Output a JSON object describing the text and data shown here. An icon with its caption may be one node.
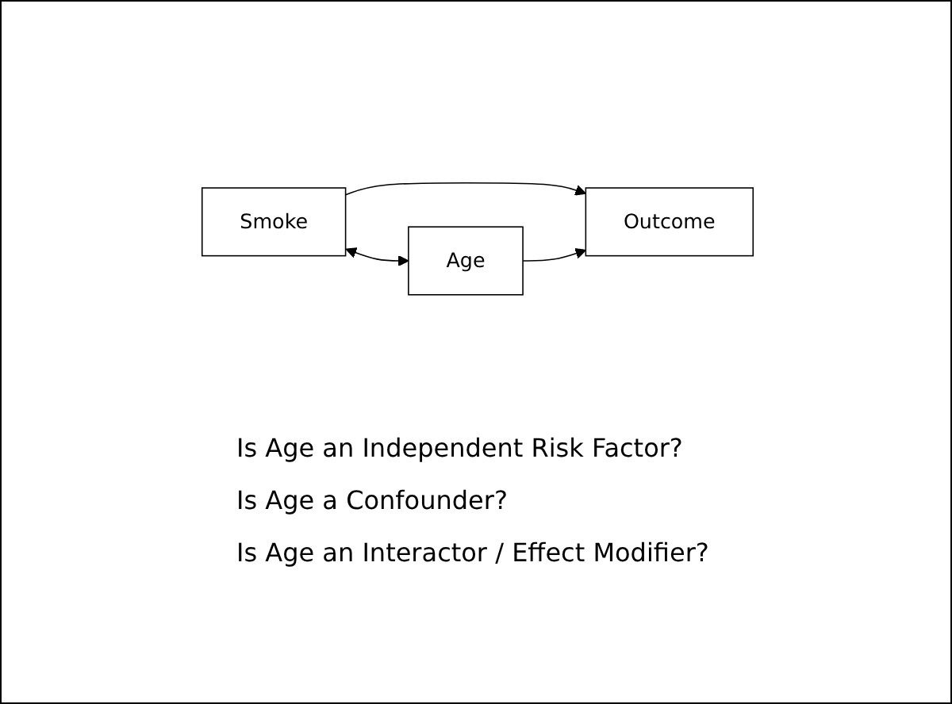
{
  "diagram": {
    "nodes": [
      {
        "text": [
          "Smoke"
        ]
      },
      {
        "text": [
          "Outcome"
        ]
      },
      {
        "text": [
          "Age"
        ]
      }
    ],
    "edges": [
      {
        "from": 0,
        "to": 1,
        "arrow": "to"
      },
      {
        "from": 0,
        "to": 2,
        "arrow": "both"
      },
      {
        "from": 2,
        "to": 1,
        "arrow": "to"
      }
    ],
    "labels": [
      "Is Age an Independent Risk Factor?",
      "Is Age a Confounder?",
      "Is Age an Interactor / Effect Modifier?"
    ]
  }
}
